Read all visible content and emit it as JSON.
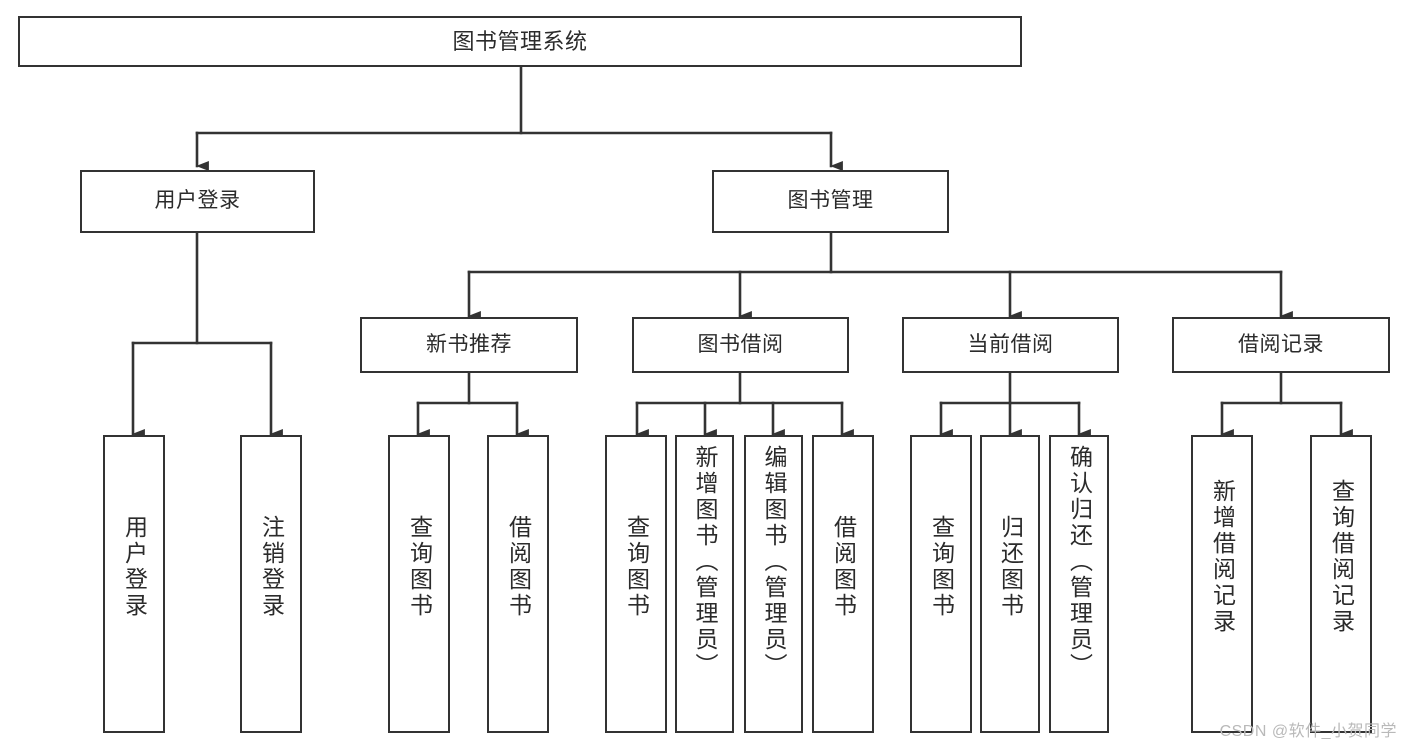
{
  "diagram": {
    "title": "图书管理系统",
    "type": "hierarchy-tree",
    "orientation": "top-down",
    "background_color": "#ffffff",
    "node_border_color": "#333333",
    "node_fill_color": "#ffffff",
    "text_color": "#2b2b2b",
    "edge_color": "#333333"
  },
  "levels": {
    "level1_label": "图书管理系统",
    "level2": [
      "用户登录",
      "图书管理"
    ],
    "level3": [
      "新书推荐",
      "图书借阅",
      "当前借阅",
      "借阅记录"
    ]
  },
  "nodes": {
    "root": {
      "label": "图书管理系统"
    },
    "user_login": {
      "label": "用户登录"
    },
    "book_manage": {
      "label": "图书管理"
    },
    "new_book_recommend": {
      "label": "新书推荐"
    },
    "book_borrow": {
      "label": "图书借阅"
    },
    "current_borrow": {
      "label": "当前借阅"
    },
    "borrow_record": {
      "label": "借阅记录"
    },
    "leaf_user_login": {
      "label": "用户登录"
    },
    "leaf_logout_login": {
      "label": "注销登录"
    },
    "leaf_query_book_1": {
      "label": "查询图书"
    },
    "leaf_borrow_book_1": {
      "label": "借阅图书"
    },
    "leaf_query_book_2": {
      "label": "查询图书"
    },
    "leaf_add_book_admin": {
      "label": "新增图书（管理员）"
    },
    "leaf_edit_book_admin": {
      "label": "编辑图书（管理员）"
    },
    "leaf_borrow_book_2": {
      "label": "借阅图书"
    },
    "leaf_query_book_3": {
      "label": "查询图书"
    },
    "leaf_return_book": {
      "label": "归还图书"
    },
    "leaf_confirm_return_admin": {
      "label": "确认归还（管理员）"
    },
    "leaf_add_borrow_record": {
      "label": "新增借阅记录"
    },
    "leaf_query_borrow_record": {
      "label": "查询借阅记录"
    }
  },
  "watermark": {
    "text": "CSDN @软件_小贺同学"
  }
}
